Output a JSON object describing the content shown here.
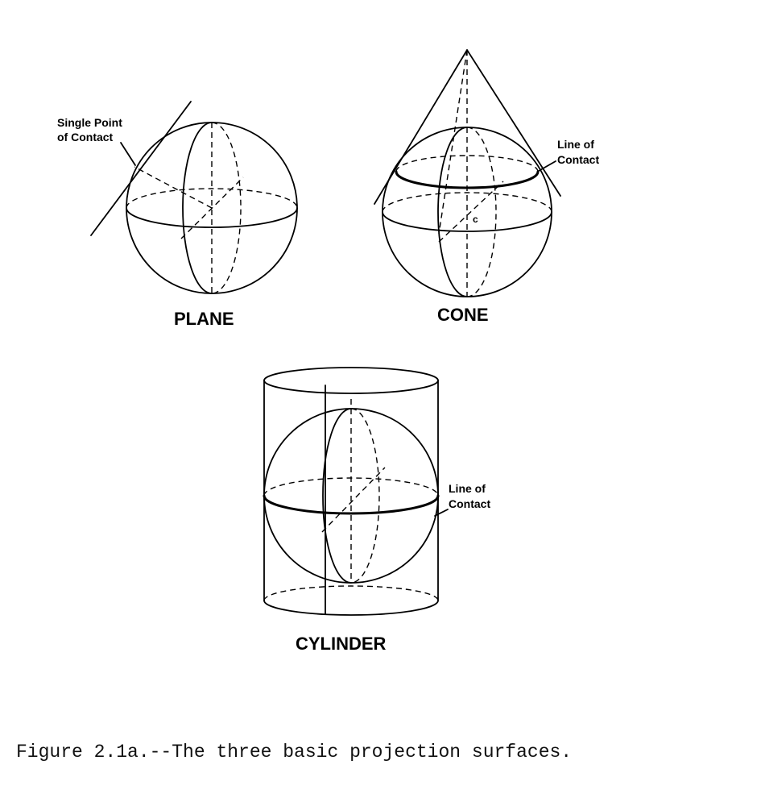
{
  "labels": {
    "plane_contact_line1": "Single Point",
    "plane_contact_line2": "of Contact",
    "plane_title": "PLANE",
    "cone_contact_line1": "Line of",
    "cone_contact_line2": "Contact",
    "cone_center": "c",
    "cone_title": "CONE",
    "cylinder_contact_line1": "Line of",
    "cylinder_contact_line2": "Contact",
    "cylinder_title": "CYLINDER"
  },
  "caption": "Figure 2.1a.--The three basic projection surfaces."
}
